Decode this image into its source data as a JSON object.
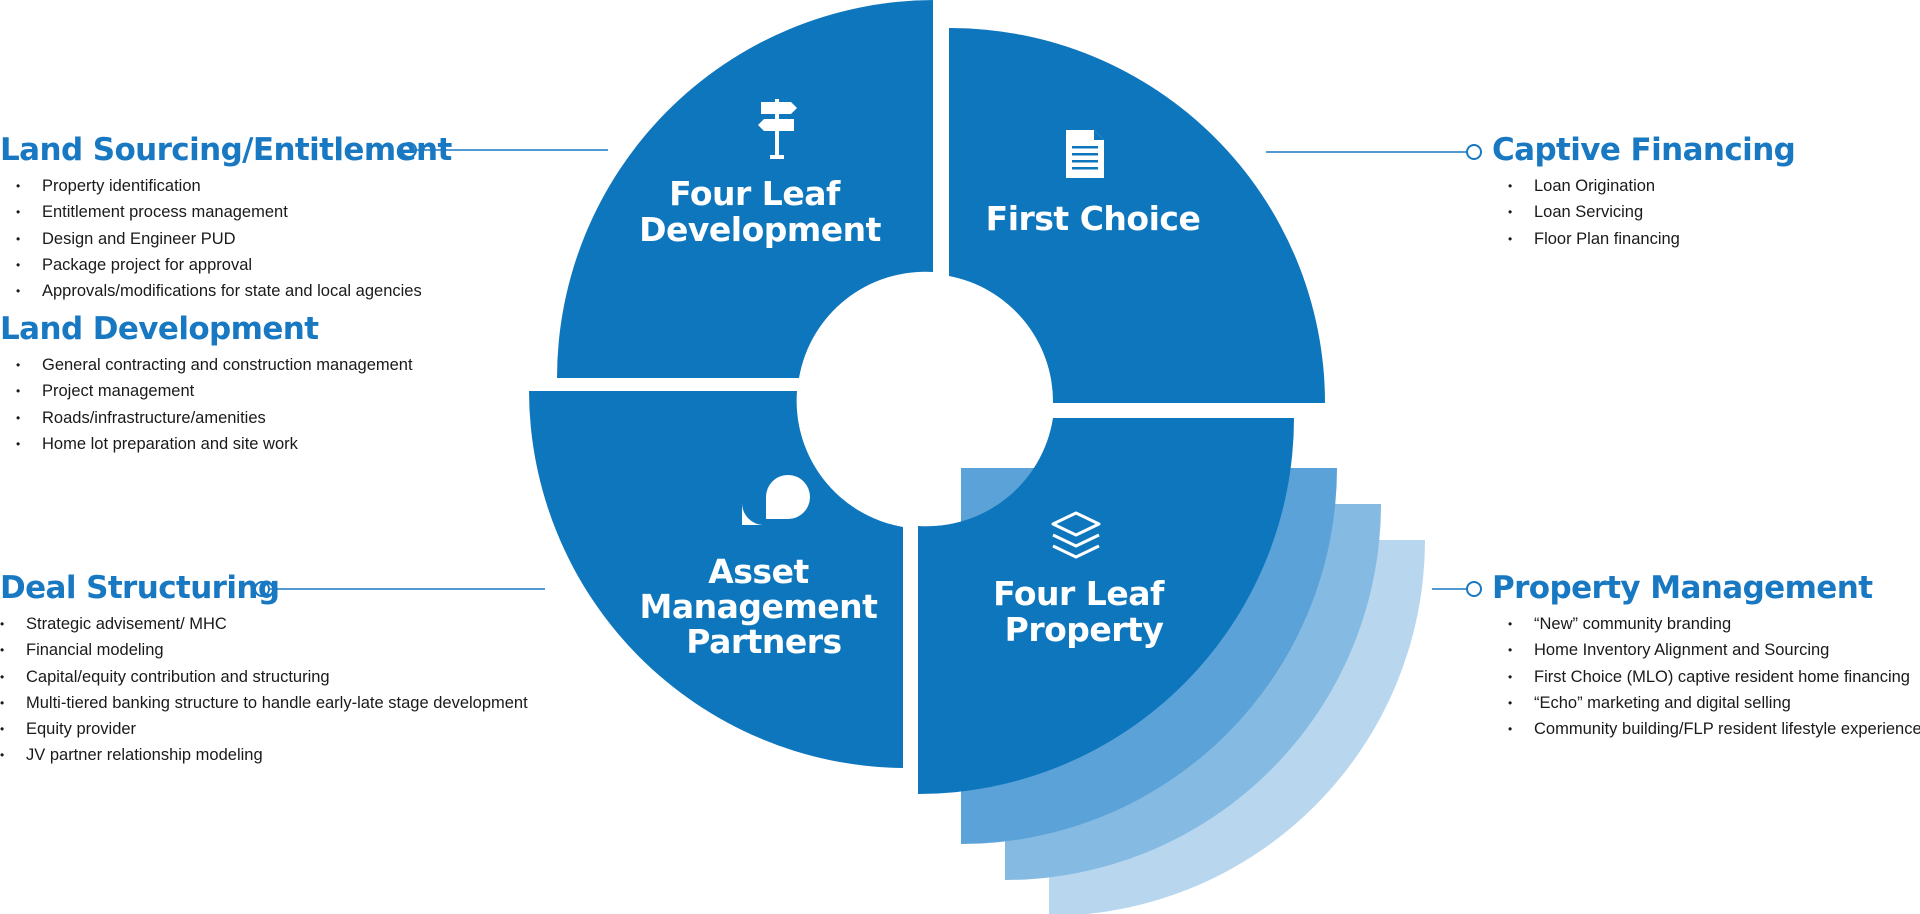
{
  "diagram": {
    "colors": {
      "brand": "#0e76bd",
      "heading": "#1878c2",
      "shade1": "#5aa2d8",
      "shade2": "#85bbe2",
      "shade3": "#b8d7ef"
    },
    "segments": [
      {
        "id": "four-leaf-development",
        "lines": [
          "Four Leaf",
          "Development"
        ],
        "icon": "signpost-icon"
      },
      {
        "id": "first-choice",
        "lines": [
          "First Choice"
        ],
        "icon": "document-icon"
      },
      {
        "id": "asset-management-partners",
        "lines": [
          "Asset",
          "Management",
          "Partners"
        ],
        "icon": "pie-chart-icon"
      },
      {
        "id": "four-leaf-property",
        "lines": [
          "Four Leaf",
          "Property"
        ],
        "icon": "layers-icon"
      }
    ],
    "panels": {
      "land_sourcing": {
        "title": "Land Sourcing/Entitlement",
        "items": [
          "Property identification",
          "Entitlement process management",
          "Design and Engineer PUD",
          "Package project for approval",
          "Approvals/modifications for state and local agencies"
        ]
      },
      "land_development": {
        "title": "Land Development",
        "items": [
          "General contracting and construction management",
          "Project management",
          "Roads/infrastructure/amenities",
          "Home lot preparation and site work"
        ]
      },
      "deal_structuring": {
        "title": "Deal Structuring",
        "items": [
          "Strategic advisement/ MHC",
          "Financial modeling",
          "Capital/equity contribution and structuring",
          "Multi-tiered banking structure to handle early-late stage development",
          "Equity provider",
          "JV partner relationship modeling"
        ]
      },
      "captive_financing": {
        "title": "Captive Financing",
        "items": [
          "Loan Origination",
          "Loan Servicing",
          "Floor Plan financing"
        ]
      },
      "property_management": {
        "title": "Property Management",
        "items": [
          "“New” community branding",
          "Home Inventory Alignment and Sourcing",
          "First Choice (MLO) captive resident home financing",
          "“Echo” marketing and digital selling",
          "Community building/FLP resident lifestyle experience"
        ]
      }
    }
  }
}
